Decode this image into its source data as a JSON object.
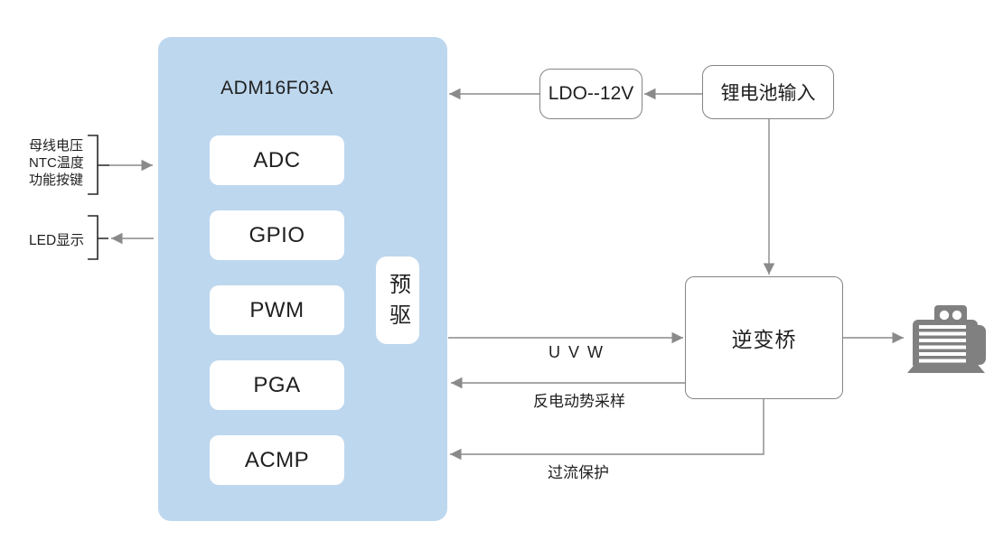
{
  "diagram": {
    "chip": {
      "title": "ADM16F03A",
      "modules": [
        {
          "label": "ADC"
        },
        {
          "label": "GPIO"
        },
        {
          "label": "PWM"
        },
        {
          "label": "PGA"
        },
        {
          "label": "ACMP"
        }
      ],
      "predriver": {
        "label": "预驱"
      }
    },
    "inputs": {
      "analog_group": {
        "lines": [
          "母线电压",
          "NTC温度",
          "功能按键"
        ]
      },
      "led_display": {
        "label": "LED显示"
      }
    },
    "power": {
      "ldo": {
        "label": "LDO--12V"
      },
      "battery": {
        "label": "锂电池输入"
      }
    },
    "inverter": {
      "label": "逆变桥"
    },
    "signal_labels": {
      "uvw": {
        "label": "U V W"
      },
      "back_emf": {
        "label": "反电动势采样"
      },
      "overcurrent": {
        "label": "过流保护"
      }
    },
    "icons": {
      "motor": "motor-icon"
    },
    "colors": {
      "chip_bg": "#BDD7EE",
      "module_bg": "#FFFFFF",
      "line_gray": "#8A8A8A",
      "border_gray": "#848484",
      "bracket_dark": "#262626",
      "motor_gray": "#808080",
      "text": "#1F1F1F"
    }
  }
}
